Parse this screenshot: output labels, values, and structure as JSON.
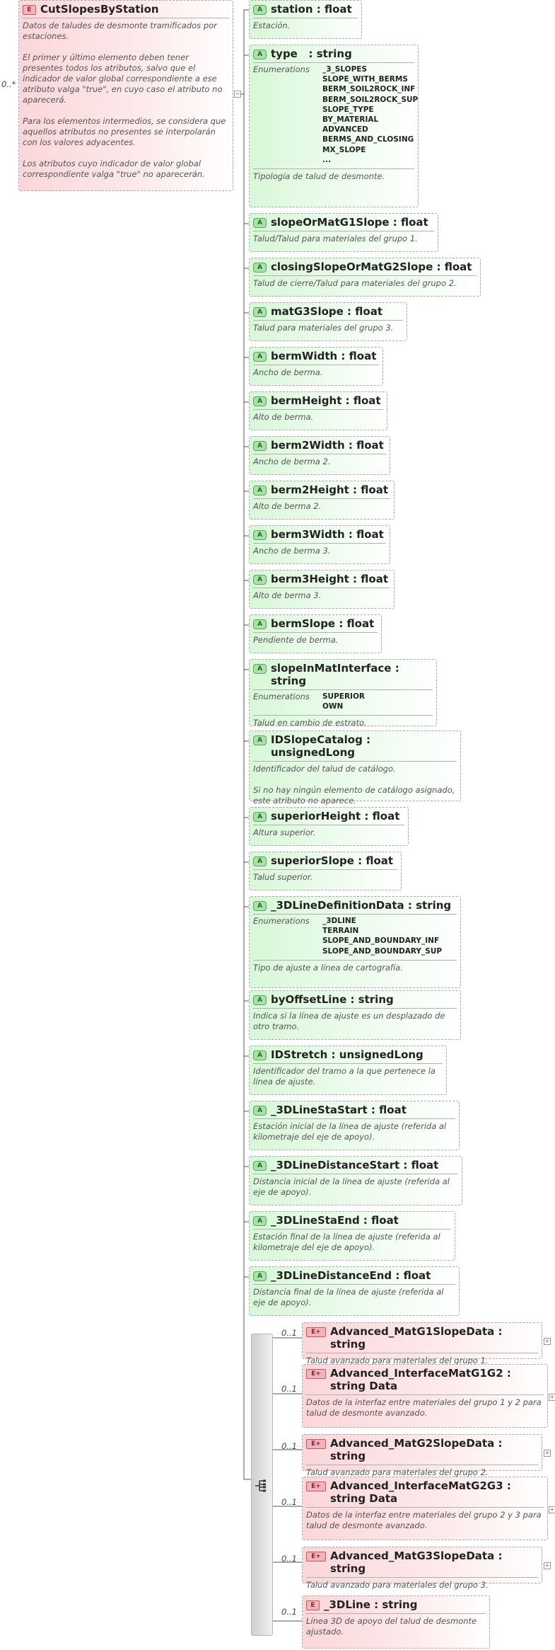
{
  "root": {
    "name": "CutSlopesByStation",
    "cardinality": "0..*",
    "description": "Datos de taludes de desmonte tramificados por estaciones.\n\nEl primer y último elemento deben tener presentes todos los atributos, salvo que el indicador de valor global correspondiente a ese atributo valga \"true\", en cuyo caso el atributo no aparecerá.\n\nPara los elementos intermedios, se considera que aquellos atributos no presentes se interpolarán con los valores adyacentes.\n\nLos atributos cuyo indicador de valor global correspondiente valga \"true\" no aparecerán."
  },
  "enum_label": "Enumerations",
  "attributes": [
    {
      "name": "station : float",
      "description": "Estación."
    },
    {
      "name": "type   : string",
      "enumerations": [
        "_3_SLOPES",
        "SLOPE_WITH_BERMS",
        "BERM_SOIL2ROCK_INF",
        "BERM_SOIL2ROCK_SUP",
        "SLOPE_TYPE",
        "BY_MATERIAL",
        "ADVANCED",
        "BERMS_AND_CLOSING",
        "MX_SLOPE",
        "..."
      ],
      "description": "Tipología de talud de desmonte."
    },
    {
      "name": "slopeOrMatG1Slope : float",
      "description": "Talud/Talud para materiales del grupo 1."
    },
    {
      "name": "closingSlopeOrMatG2Slope : float",
      "description": "Talud de cierre/Talud para materiales del grupo 2."
    },
    {
      "name": "matG3Slope : float",
      "description": "Talud para materiales del grupo 3."
    },
    {
      "name": "bermWidth : float",
      "description": "Ancho de berma."
    },
    {
      "name": "bermHeight : float",
      "description": "Alto de berma."
    },
    {
      "name": "berm2Width : float",
      "description": "Ancho de berma 2."
    },
    {
      "name": "berm2Height : float",
      "description": "Alto de berma 2."
    },
    {
      "name": "berm3Width : float",
      "description": "Ancho de berma 3."
    },
    {
      "name": "berm3Height : float",
      "description": "Alto de berma 3."
    },
    {
      "name": "bermSlope : float",
      "description": "Pendiente de berma."
    },
    {
      "name": "slopeInMatInterface : string",
      "enumerations": [
        "SUPERIOR",
        "OWN"
      ],
      "description": "Talud en cambio de estrato."
    },
    {
      "name": "IDSlopeCatalog : unsignedLong",
      "description": "Identificador del talud de catálogo.\n\nSi no hay ningún elemento de catálogo asignado, este atributo no aparece."
    },
    {
      "name": "superiorHeight : float",
      "description": "Altura superior."
    },
    {
      "name": "superiorSlope : float",
      "description": "Talud superior."
    },
    {
      "name": "_3DLineDefinitionData : string",
      "enumerations": [
        "_3DLINE",
        "TERRAIN",
        "SLOPE_AND_BOUNDARY_INF",
        "SLOPE_AND_BOUNDARY_SUP"
      ],
      "description": "Tipo de ajuste a línea de cartografía."
    },
    {
      "name": "byOffsetLine : string",
      "description": "Indica si la línea de ajuste es un desplazado de otro tramo."
    },
    {
      "name": "IDStretch : unsignedLong",
      "description": "Identificador del tramo a la que pertenece la línea de ajuste."
    },
    {
      "name": "_3DLineStaStart : float",
      "description": "Estación inicial de la línea de ajuste (referida al kilometraje del eje de apoyo)."
    },
    {
      "name": "_3DLineDistanceStart : float",
      "description": "Distancia inicial de la línea de ajuste (referida al eje de apoyo)."
    },
    {
      "name": "_3DLineStaEnd : float",
      "description": "Estación final de la línea de ajuste (referida al kilometraje del eje de apoyo)."
    },
    {
      "name": "_3DLineDistanceEnd : float",
      "description": "Distancia final de la línea de ajuste (referida al eje de apoyo)."
    }
  ],
  "children": [
    {
      "name": "Advanced_MatG1SlopeData : string",
      "cardinality": "0..1",
      "badge": "E",
      "expandable": true,
      "description": "Talud avanzado para materiales del grupo 1."
    },
    {
      "name": "Advanced_InterfaceMatG1G2 : string Data",
      "cardinality": "0..1",
      "badge": "E",
      "expandable": true,
      "description": "Datos de la interfaz entre materiales del grupo 1 y 2 para talud de desmonte avanzado."
    },
    {
      "name": "Advanced_MatG2SlopeData : string",
      "cardinality": "0..1",
      "badge": "E",
      "expandable": true,
      "description": "Talud avanzado para materiales del grupo 2."
    },
    {
      "name": "Advanced_InterfaceMatG2G3 : string Data",
      "cardinality": "0..1",
      "badge": "E",
      "expandable": true,
      "description": "Datos de la interfaz entre materiales del grupo 2 y 3 para talud de desmonte avanzado."
    },
    {
      "name": "Advanced_MatG3SlopeData : string",
      "cardinality": "0..1",
      "badge": "E",
      "expandable": true,
      "description": "Talud avanzado para materiales del grupo 3."
    },
    {
      "name": "_3DLine : string",
      "cardinality": "0..1",
      "badge": "E",
      "expandable": false,
      "description": "Línea 3D de apoyo del talud de desmonte ajustado."
    }
  ]
}
